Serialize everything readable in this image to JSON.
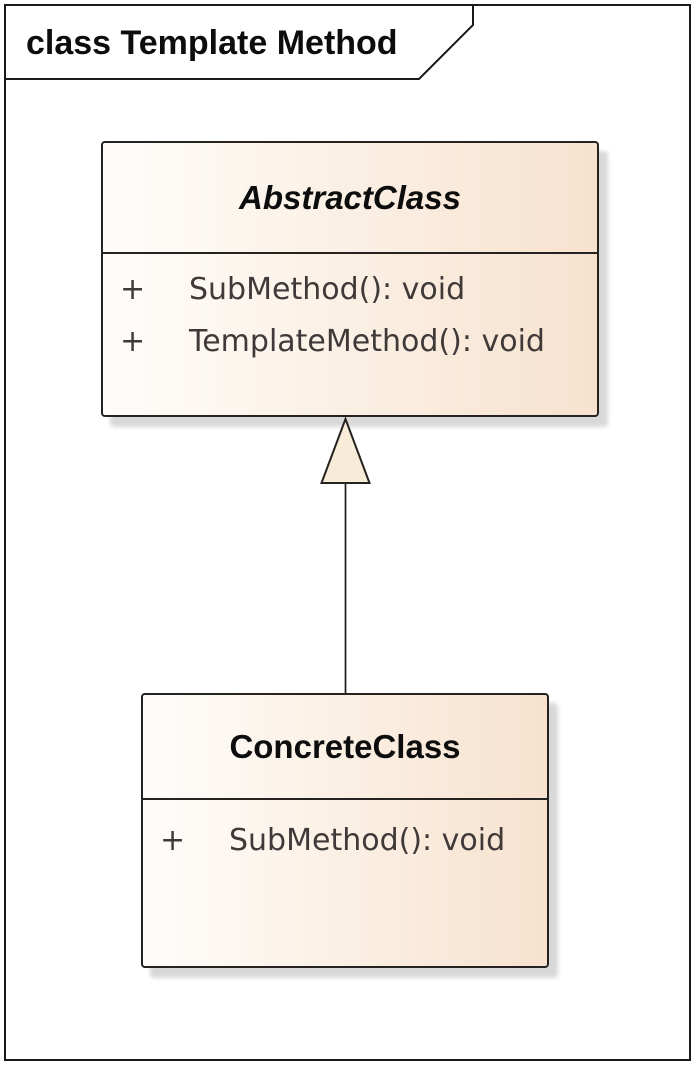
{
  "header": {
    "label": "class Template Method"
  },
  "classes": [
    {
      "name": "AbstractClass",
      "methods": [
        {
          "visibility": "+",
          "signature": "SubMethod(): void"
        },
        {
          "visibility": "+",
          "signature": "TemplateMethod(): void"
        }
      ]
    },
    {
      "name": "ConcreteClass",
      "methods": [
        {
          "visibility": "+",
          "signature": "SubMethod(): void"
        }
      ]
    }
  ],
  "relationships": [
    {
      "type": "generalization",
      "source": "ConcreteClass",
      "target": "AbstractClass"
    }
  ],
  "colors": {
    "box_gradient_start": "#fefdfb",
    "box_gradient_end": "#f7e2cf",
    "box_border": "#26221f",
    "frame_border": "#1c1a18",
    "triangle_fill": "#f8ecd8",
    "shadow": "#d8d8d8",
    "method_text": "#3f3a39",
    "title_text": "#0d0d0d",
    "background": "#ffffff"
  }
}
